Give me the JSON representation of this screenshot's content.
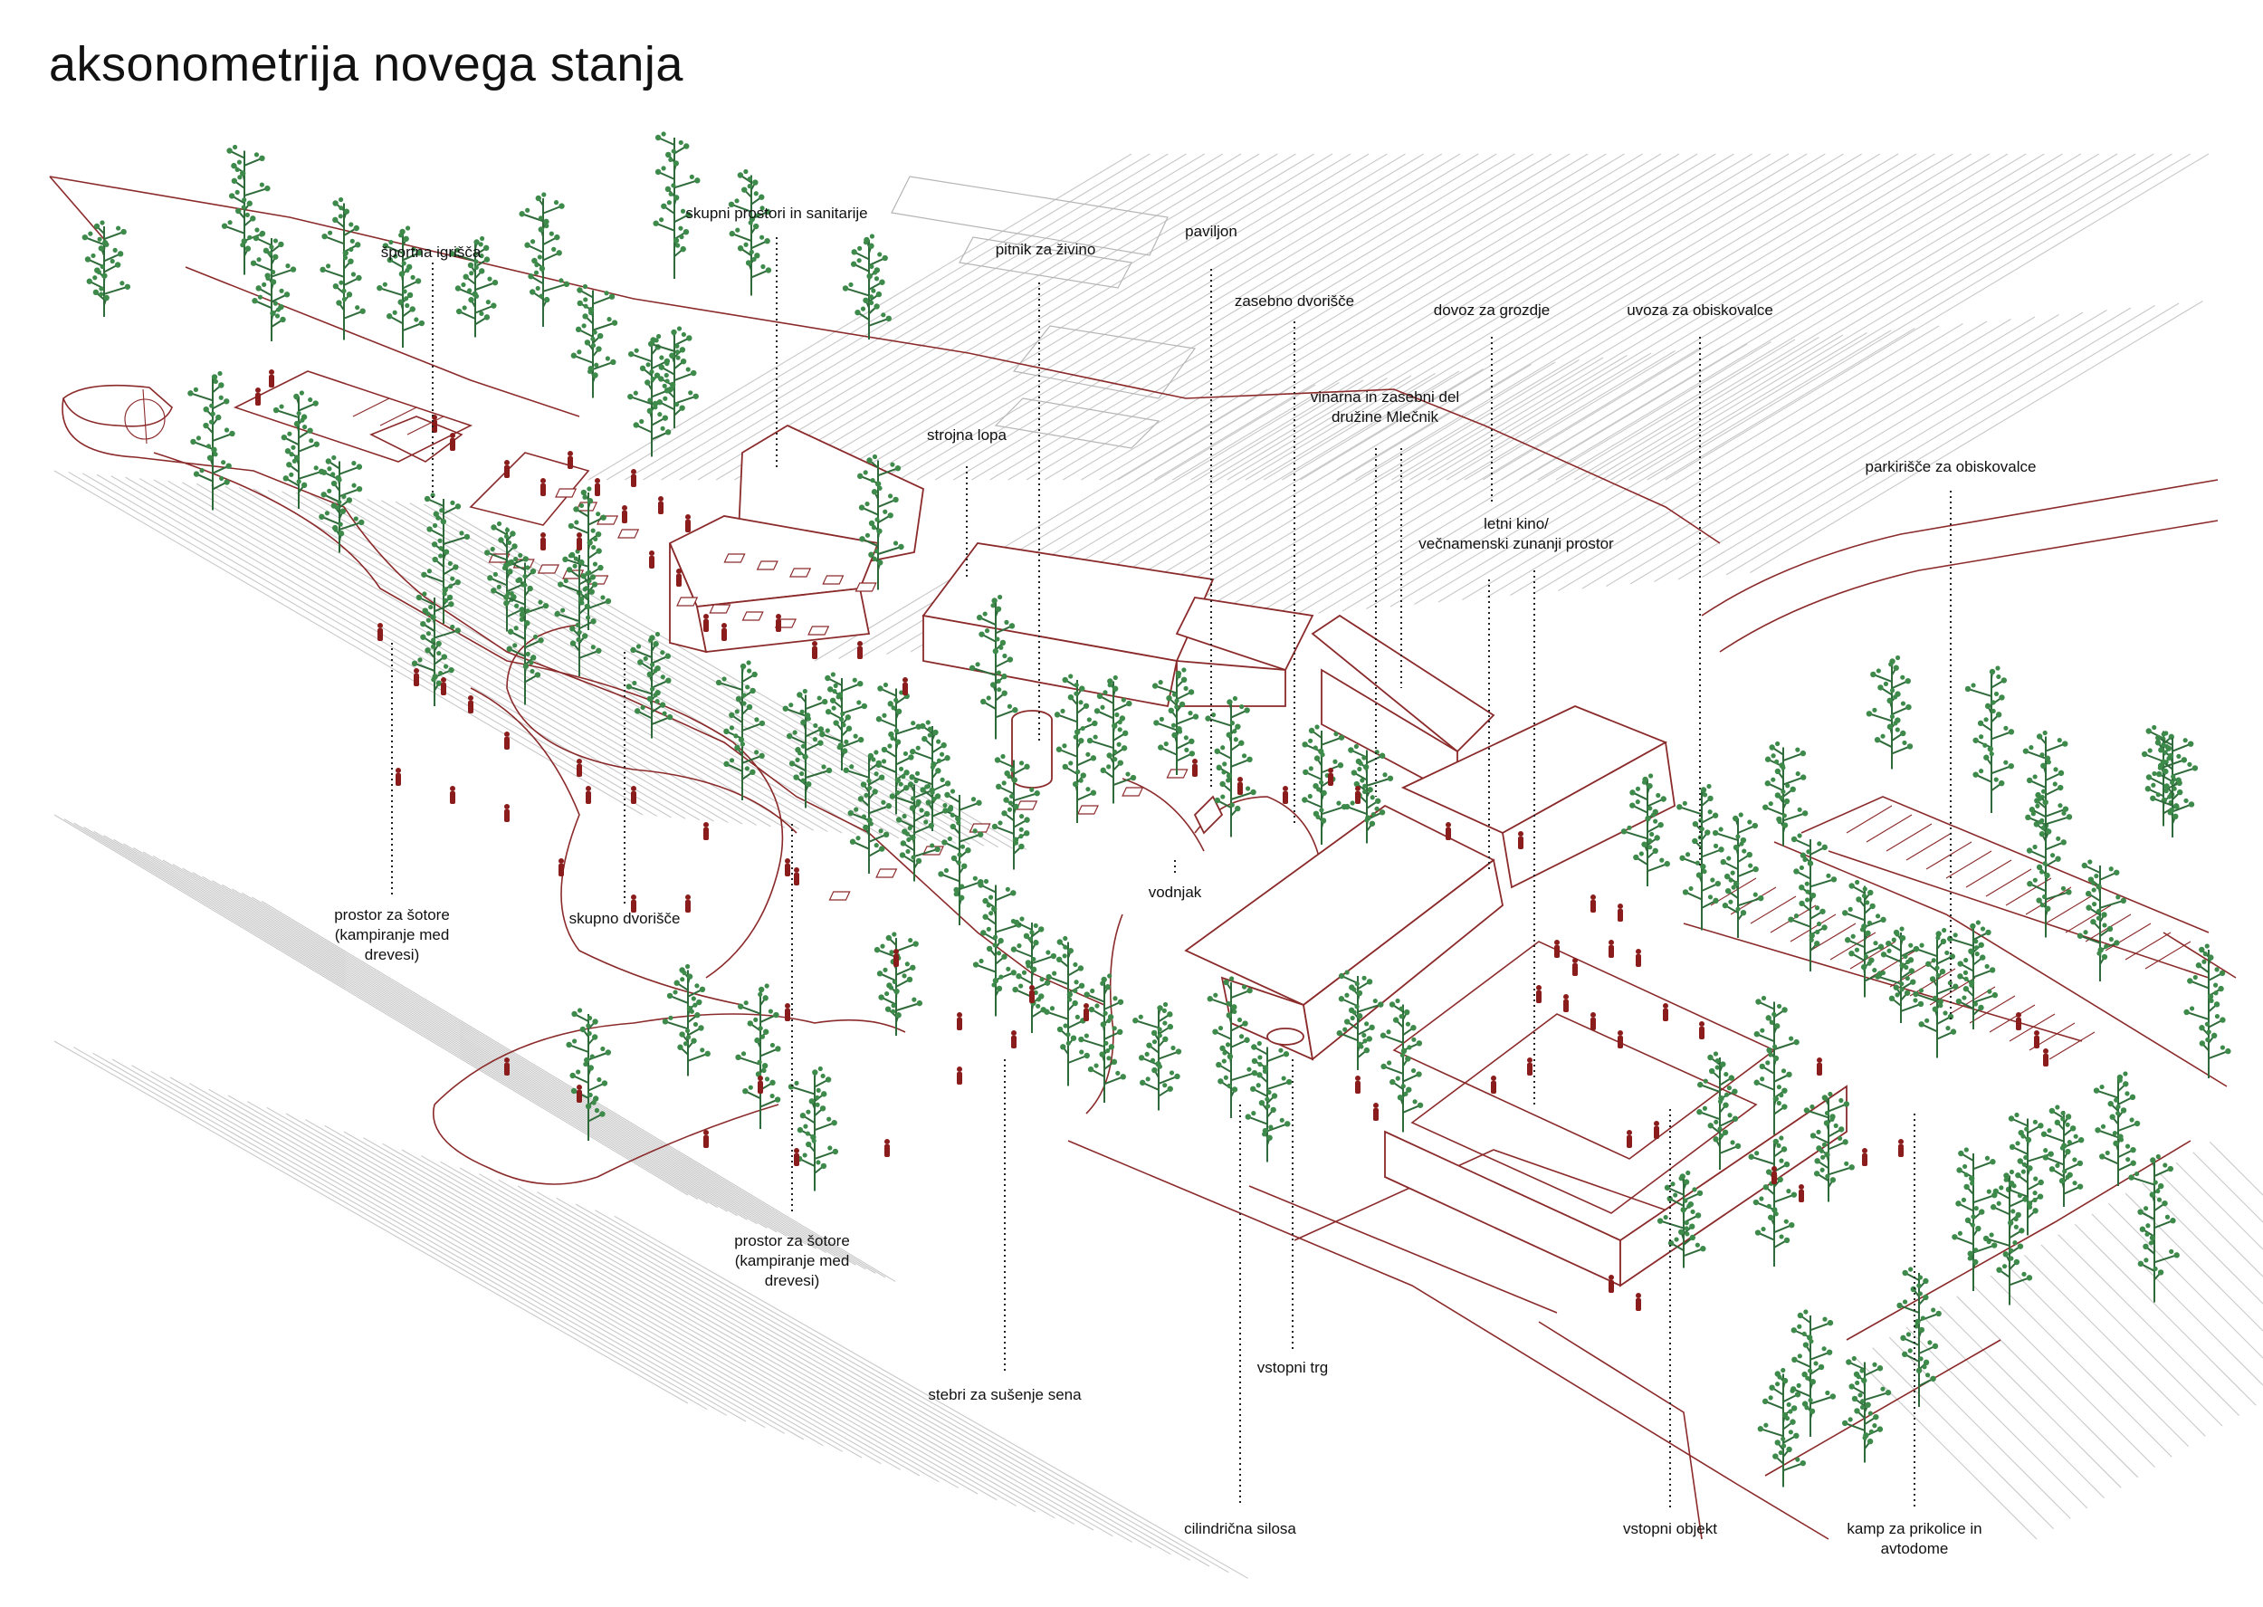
{
  "title": "aksonometrija novega stanja",
  "labels": {
    "sportna_igrisca": "športna igrišča",
    "skupni_prostori": "skupni prostori in sanitarije",
    "pitnik": "pitnik za živino",
    "paviljon": "paviljon",
    "zasebno_dvorisce": "zasebno dvorišče",
    "dovoz_grozdje": "dovoz za grozdje",
    "uvoza_obiskovalce": "uvoza za obiskovalce",
    "strojna_lopa": "strojna lopa",
    "vinarna_line1": "vinarna in zasebni del",
    "vinarna_line2": "družine Mlečnik",
    "parkirisce": "parkirišče za obiskovalce",
    "letni_kino_line1": "letni kino/",
    "letni_kino_line2": "večnamenski zunanji prostor",
    "vodnjak": "vodnjak",
    "sotori1_line1": "prostor za šotore",
    "sotori1_line2": "(kampiranje med",
    "sotori1_line3": "drevesi)",
    "skupno_dvorisce": "skupno dvorišče",
    "sotori2_line1": "prostor za šotore",
    "sotori2_line2": "(kampiranje med",
    "sotori2_line3": "drevesi)",
    "stebri": "stebri za sušenje sena",
    "vstopni_trg": "vstopni trg",
    "cilindricna_silosa": "cilindrična silosa",
    "vstopni_objekt": "vstopni objekt",
    "kamp_line1": "kamp za prikolice in",
    "kamp_line2": "avtodome"
  },
  "colors": {
    "site_lines": "#8b2a2a",
    "trees": "#3d8a4b",
    "people": "#8b1c1c",
    "field_hatch": "#c8c8c8",
    "leader_lines": "#222222",
    "background": "#ffffff"
  }
}
